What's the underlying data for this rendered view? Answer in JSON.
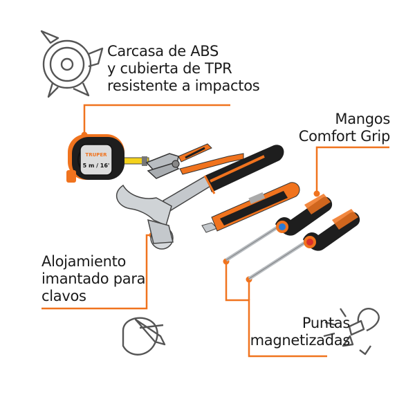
{
  "callouts": {
    "case": {
      "lines": [
        "Carcasa de ABS",
        "y cubierta de TPR",
        "resistente a impactos"
      ]
    },
    "grip": {
      "lines": [
        "Mangos",
        "Comfort Grip"
      ]
    },
    "nails": {
      "lines": [
        "Alojamiento",
        "imantado para",
        "clavos"
      ]
    },
    "tips": {
      "lines": [
        "Puntas",
        "magnetizadas"
      ]
    }
  },
  "product": {
    "brand": "TRUPER",
    "tape_label": "5 m / 16'"
  },
  "colors": {
    "accent": "#f0731e",
    "tool_black": "#1e1e1e",
    "steel": "#c4c8cc",
    "outline": "#555555"
  },
  "icons": [
    "tape-measure-outline-icon",
    "nail-holder-outline-icon",
    "magnet-tip-outline-icon"
  ]
}
